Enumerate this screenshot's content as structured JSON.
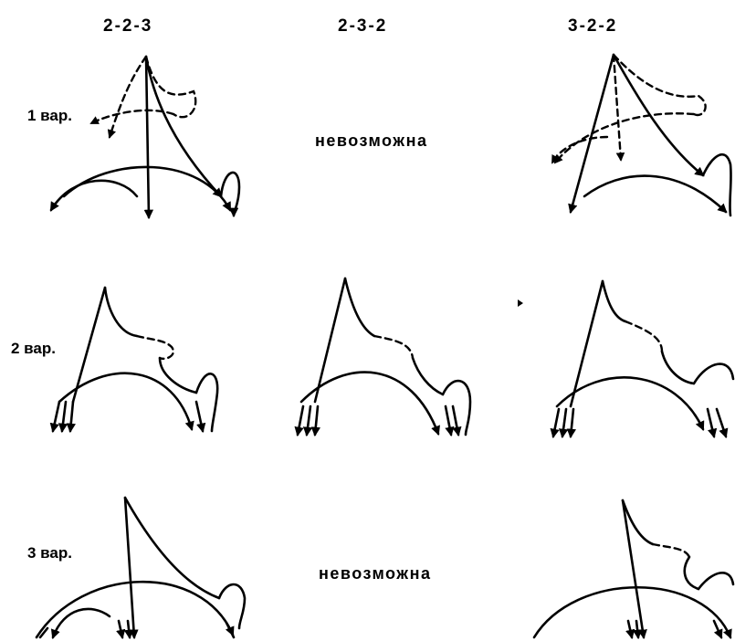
{
  "columns": [
    "2-2-3",
    "2-3-2",
    "3-2-2"
  ],
  "rows": [
    "1 вар.",
    "2 вар.",
    "3 вар."
  ],
  "impossible_label": "невозможна"
}
